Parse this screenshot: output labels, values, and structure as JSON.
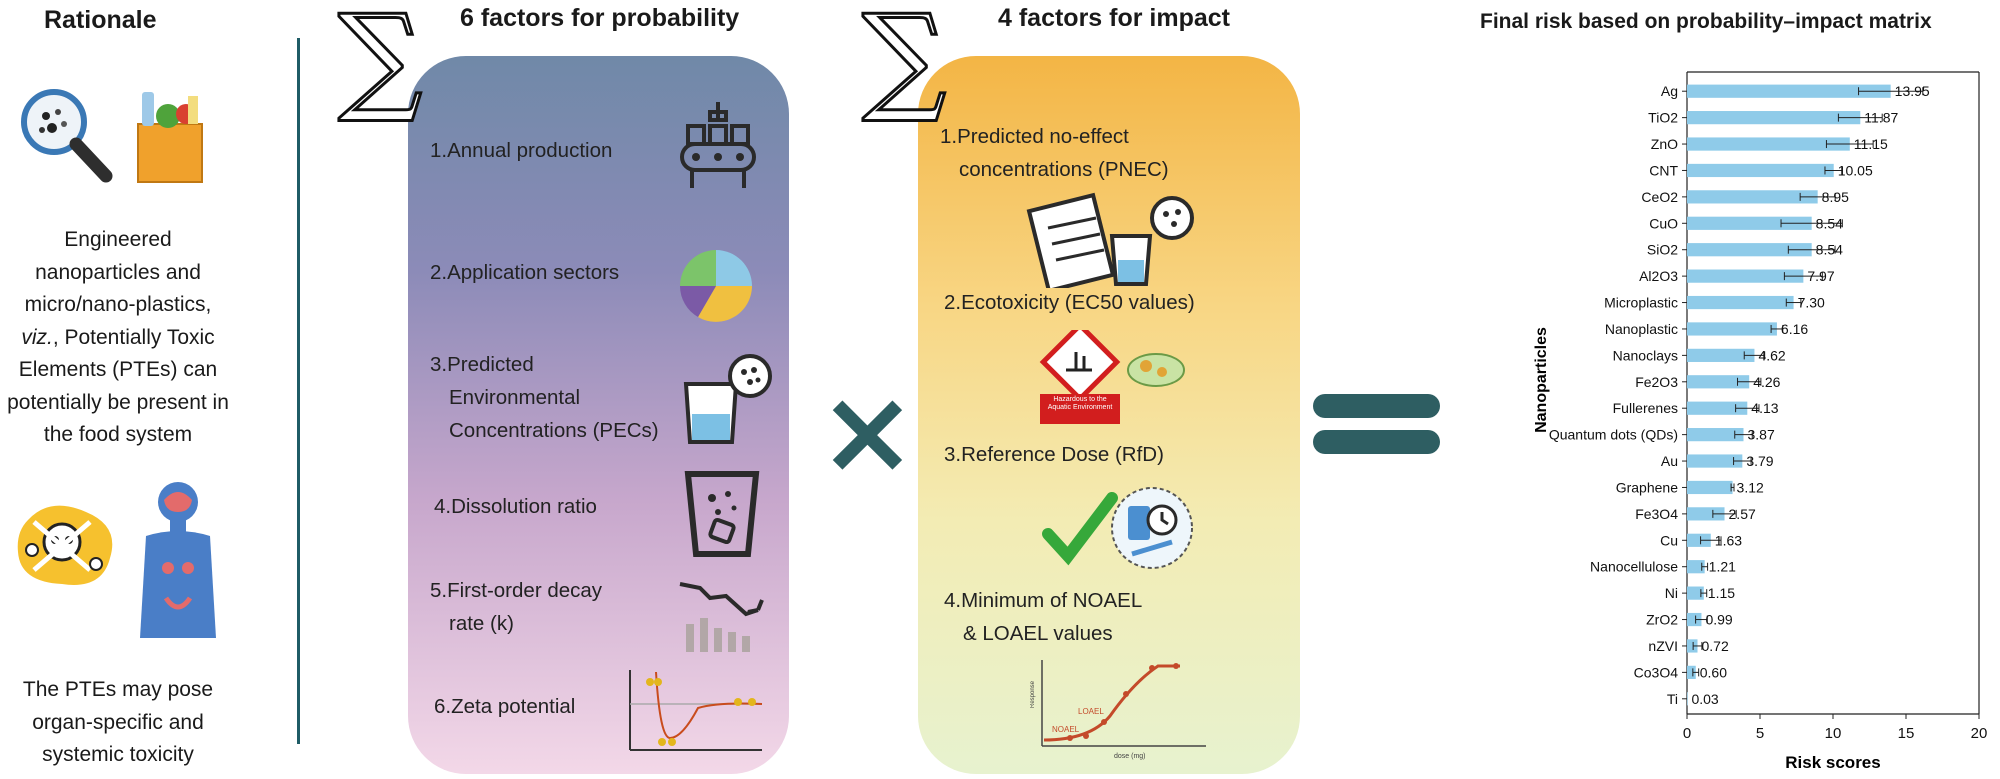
{
  "rationale": {
    "title": "Rationale",
    "text1_lines": [
      "Engineered",
      "nanoparticles and",
      "micro/nano-plastics,"
    ],
    "text1_viz": "viz.",
    "text1_viz_tail": ", Potentially Toxic",
    "text1_lines2": [
      "Elements (PTEs) can",
      "potentially be present in",
      "the food system"
    ],
    "text2_lines": [
      "The PTEs may pose",
      "organ-specific and",
      "systemic toxicity"
    ]
  },
  "probability": {
    "title": "6 factors for probability",
    "factors": [
      {
        "num": "1.",
        "lines": [
          "Annual production"
        ]
      },
      {
        "num": "2.",
        "lines": [
          "Application sectors"
        ]
      },
      {
        "num": "3.",
        "lines": [
          "Predicted",
          "Environmental",
          "Concentrations (PECs)"
        ]
      },
      {
        "num": "4.",
        "lines": [
          "Dissolution ratio"
        ]
      },
      {
        "num": "5.",
        "lines": [
          "First-order decay",
          "rate (k)"
        ]
      },
      {
        "num": "6.",
        "lines": [
          "Zeta potential"
        ]
      }
    ]
  },
  "impact": {
    "title": "4 factors for impact",
    "factors": [
      {
        "num": "1.",
        "lines": [
          "Predicted no-effect",
          "concentrations (PNEC)"
        ]
      },
      {
        "num": "2.",
        "lines": [
          "Ecotoxicity (EC50 values)"
        ]
      },
      {
        "num": "3.",
        "lines": [
          "Reference Dose (RfD)"
        ]
      },
      {
        "num": "4.",
        "lines": [
          "Minimum of NOAEL",
          "& LOAEL values"
        ]
      }
    ],
    "hazard_label": "Hazardous to the Aquatic Environment",
    "curve_labels": {
      "noael": "NOAEL",
      "loael": "LOAEL",
      "yaxis": "Response",
      "xaxis": "dose (mg)"
    }
  },
  "operators": {
    "times": "×",
    "sigma": "∑"
  },
  "chart_data": {
    "type": "bar",
    "orientation": "horizontal",
    "title": "Final risk based on probability–impact matrix",
    "ylabel": "Nanoparticles",
    "xlabel": "Risk scores",
    "xlim": [
      0,
      20
    ],
    "xticks": [
      0,
      5,
      10,
      15,
      20
    ],
    "categories": [
      "Ag",
      "TiO2",
      "ZnO",
      "CNT",
      "CeO2",
      "CuO",
      "SiO2",
      "Al2O3",
      "Microplastic",
      "Nanoplastic",
      "Nanoclays",
      "Fe2O3",
      "Fullerenes",
      "Quantum dots (QDs)",
      "Au",
      "Graphene",
      "Fe3O4",
      "Cu",
      "Nanocellulose",
      "Ni",
      "ZrO2",
      "nZVI",
      "Co3O4",
      "Ti"
    ],
    "values": [
      13.95,
      11.87,
      11.15,
      10.05,
      8.95,
      8.54,
      8.54,
      7.97,
      7.3,
      6.16,
      4.62,
      4.26,
      4.13,
      3.87,
      3.79,
      3.12,
      2.57,
      1.63,
      1.21,
      1.15,
      0.99,
      0.72,
      0.6,
      0.03
    ],
    "value_labels": [
      "13.95",
      "11.87",
      "11.15",
      "10.05",
      "8.95",
      "8.54",
      "8.54",
      "7.97",
      "7.30",
      "6.16",
      "4.62",
      "4.26",
      "4.13",
      "3.87",
      "3.79",
      "3.12",
      "2.57",
      "1.63",
      "1.21",
      "1.15",
      "0.99",
      "0.72",
      "0.60",
      "0.03"
    ],
    "errors": [
      2.2,
      1.5,
      1.6,
      0.6,
      1.2,
      2.1,
      1.6,
      1.3,
      0.5,
      0.4,
      0.7,
      0.8,
      0.8,
      0.6,
      0.6,
      0.1,
      0.8,
      0.7,
      0.2,
      0.2,
      0.4,
      0.3,
      0.2,
      0
    ],
    "bar_color": "#8fcbe9",
    "grid": false,
    "legend": "none"
  }
}
